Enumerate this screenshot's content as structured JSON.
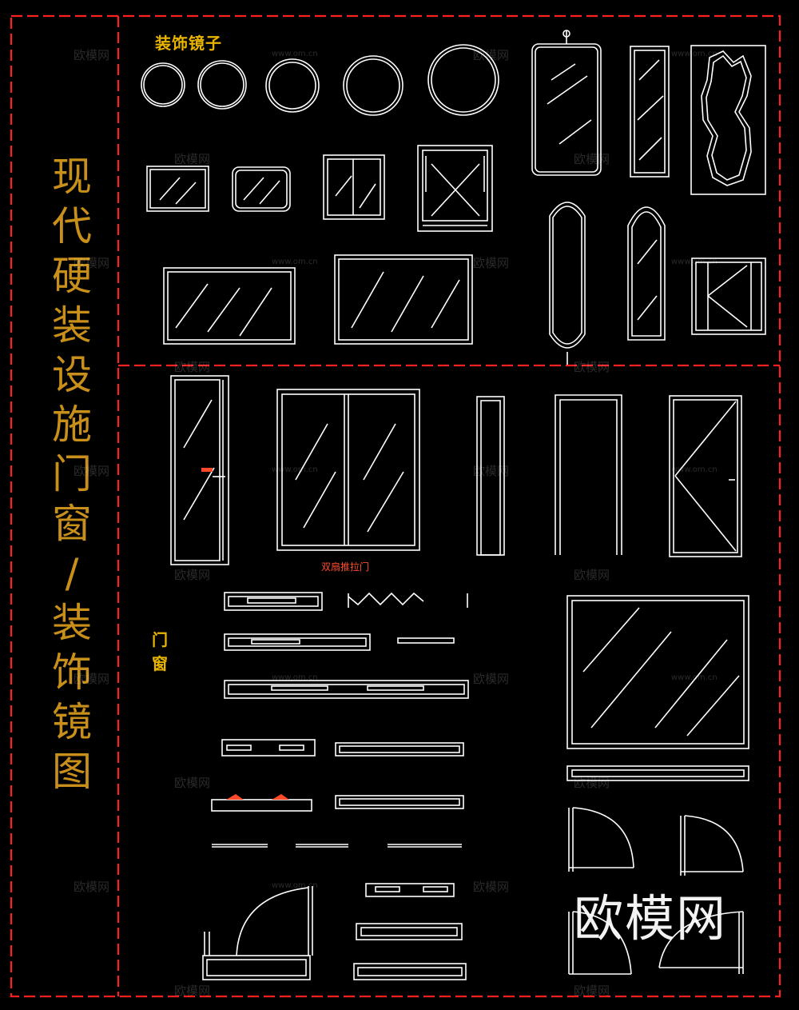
{
  "title_chars": [
    "现",
    "代",
    "硬",
    "装",
    "设",
    "施",
    "门",
    "窗",
    "/",
    "装",
    "饰",
    "镜",
    "图"
  ],
  "labels": {
    "mirror_section": "装饰镜子",
    "door_window": [
      "门",
      "窗"
    ],
    "sliding_door": "双扇推拉门"
  },
  "watermark": {
    "brand_small": "欧模网",
    "url": "www.om.cn"
  },
  "brand_logo": "欧模网",
  "colors": {
    "frame": "#ff2020",
    "line": "#ffffff",
    "title": "#c8901a",
    "label": "#e8b400",
    "accent": "#ff4a2a"
  }
}
